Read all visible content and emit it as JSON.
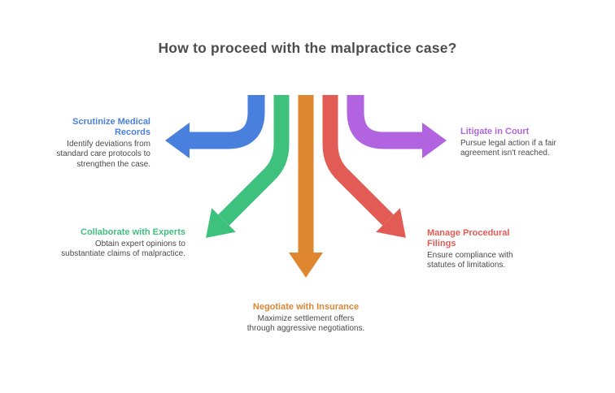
{
  "background_color": "#ffffff",
  "text_color": "#4a4a4a",
  "title": {
    "text": "How to proceed with the malpractice case?",
    "color": "#4d4d4d"
  },
  "items": [
    {
      "id": "scrutinize-medical-records",
      "label": "Scrutinize Medical Records",
      "description": "Identify deviations from standard care protocols to strengthen the case.",
      "color": "#4a80dd",
      "arrow_direction": "left",
      "text_position": "top-left"
    },
    {
      "id": "collaborate-with-experts",
      "label": "Collaborate with Experts",
      "description": "Obtain expert opinions to substantiate claims of malpractice.",
      "color": "#3fc17e",
      "arrow_direction": "down-left",
      "text_position": "bottom-left"
    },
    {
      "id": "negotiate-with-insurance",
      "label": "Negotiate with Insurance",
      "description": "Maximize settlement offers through aggressive negotiations.",
      "color": "#df8631",
      "arrow_direction": "down",
      "text_position": "bottom-center"
    },
    {
      "id": "manage-procedural-filings",
      "label": "Manage Procedural Filings",
      "description": "Ensure compliance with statutes of limitations.",
      "color": "#e25b55",
      "arrow_direction": "down-right",
      "text_position": "bottom-right"
    },
    {
      "id": "litigate-in-court",
      "label": "Litigate in Court",
      "description": "Pursue legal action if a fair agreement isn't reached.",
      "color": "#b264e0",
      "arrow_direction": "right",
      "text_position": "top-right"
    }
  ]
}
